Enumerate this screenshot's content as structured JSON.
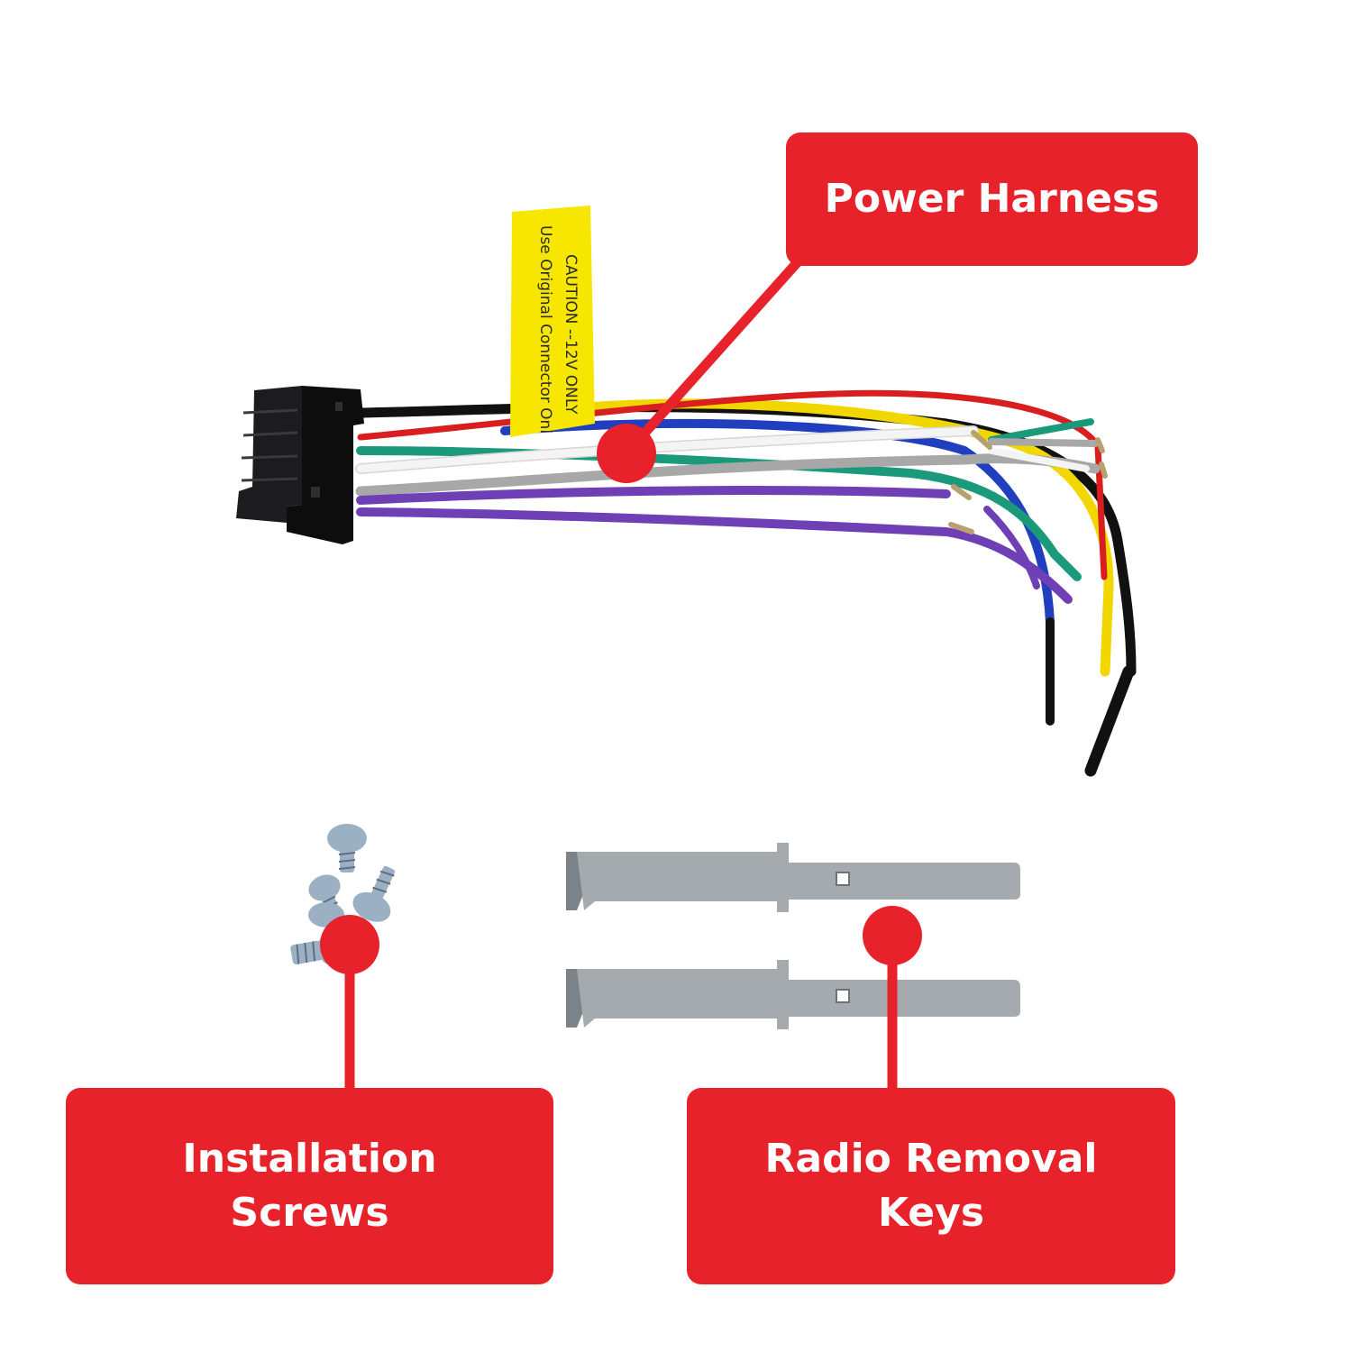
{
  "colors": {
    "accent": "#E7222B",
    "connector": "#1c1c1e",
    "caution_tag": "#F6E600",
    "key_metal": "#A4AAAE",
    "screw_metal": "#9CB0C4"
  },
  "harness": {
    "tag_line_1": "CAUTION --12V ONLY",
    "tag_line_2": "Use Original Connector Onl",
    "wire_colors": [
      "#111111",
      "#F2D600",
      "#1F3FBF",
      "#D81E1E",
      "#1A9A7A",
      "#F4F4F4",
      "#A8A8A8",
      "#6E3FB5"
    ]
  },
  "callouts": {
    "power_harness": {
      "line1": "Power Harness"
    },
    "installation_screws": {
      "line1": "Installation",
      "line2": "Screws"
    },
    "radio_removal_keys": {
      "line1": "Radio Removal",
      "line2": "Keys"
    }
  }
}
